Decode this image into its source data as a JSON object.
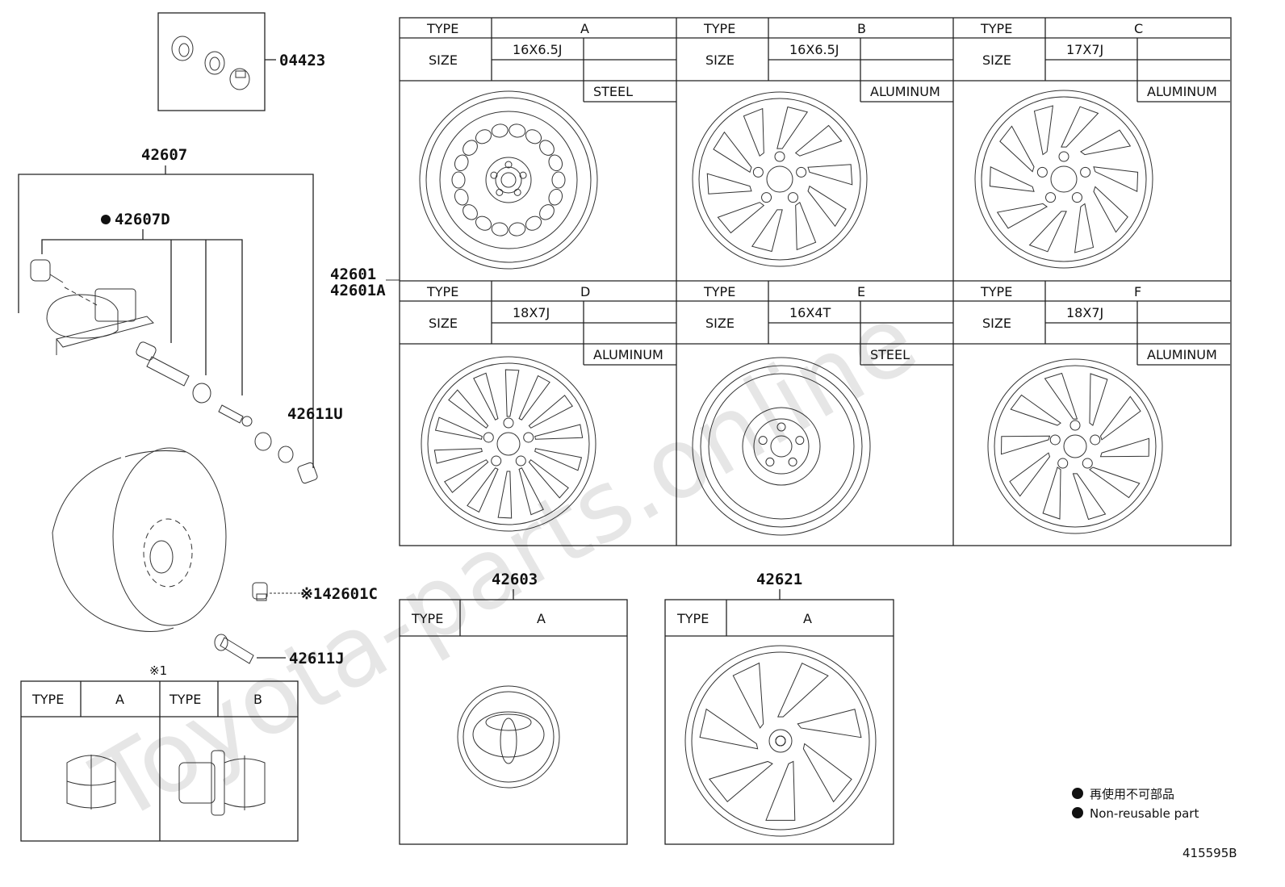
{
  "watermark": "Toyota-parts.online",
  "callouts": {
    "p04423": "04423",
    "p42607": "42607",
    "p42607D": "42607D",
    "p42611U": "42611U",
    "p42601": "42601",
    "p42601A": "42601A",
    "p42601C": "※142601C",
    "p42611J": "42611J",
    "p42603": "42603",
    "p42621": "42621",
    "note1": "※1"
  },
  "wheels": [
    {
      "type_label": "TYPE",
      "type": "A",
      "size_label": "SIZE",
      "size": "16X6.5J",
      "material": "STEEL"
    },
    {
      "type_label": "TYPE",
      "type": "B",
      "size_label": "SIZE",
      "size": "16X6.5J",
      "material": "ALUMINUM"
    },
    {
      "type_label": "TYPE",
      "type": "C",
      "size_label": "SIZE",
      "size": "17X7J",
      "material": "ALUMINUM"
    },
    {
      "type_label": "TYPE",
      "type": "D",
      "size_label": "SIZE",
      "size": "18X7J",
      "material": "ALUMINUM"
    },
    {
      "type_label": "TYPE",
      "type": "E",
      "size_label": "SIZE",
      "size": "16X4T",
      "material": "STEEL"
    },
    {
      "type_label": "TYPE",
      "type": "F",
      "size_label": "SIZE",
      "size": "18X7J",
      "material": "ALUMINUM"
    }
  ],
  "nuts": [
    {
      "type_label": "TYPE",
      "type": "A"
    },
    {
      "type_label": "TYPE",
      "type": "B"
    }
  ],
  "ornament": {
    "type_label": "TYPE",
    "type": "A"
  },
  "wheel_cap": {
    "type_label": "TYPE",
    "type": "A"
  },
  "legend": {
    "jp": "再使用不可部品",
    "en": "Non-reusable part"
  },
  "diagram_id": "415595B"
}
